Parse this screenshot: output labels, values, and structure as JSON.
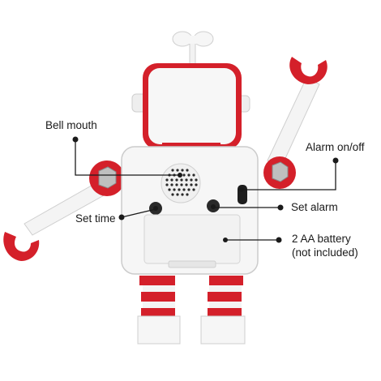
{
  "colors": {
    "accent_red": "#d4202a",
    "body_white": "#f4f4f4",
    "outline": "#cfcfcf",
    "callout_line": "#1a1a1a"
  },
  "image": {
    "subject_icon": "robot-alarm-clock-icon"
  },
  "labels": {
    "bell_mouth": "Bell mouth",
    "alarm_on_off": "Alarm on/off",
    "set_time": "Set time",
    "set_alarm": "Set alarm",
    "battery_line1": "2 AA battery",
    "battery_line2": "(not included)"
  }
}
